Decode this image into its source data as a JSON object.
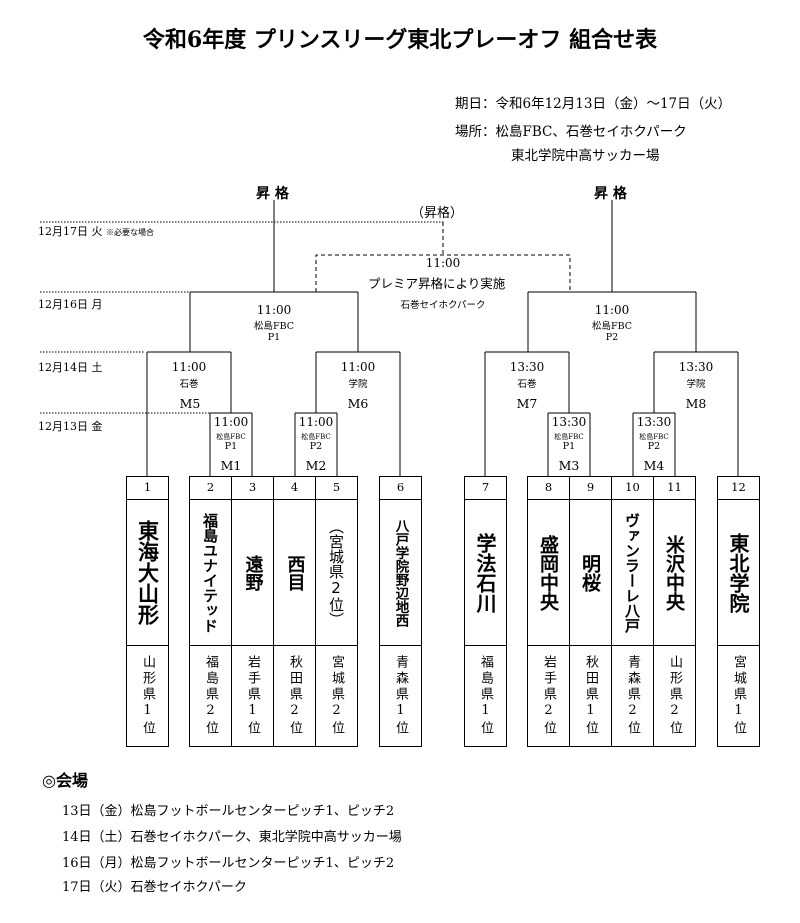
{
  "title": "令和6年度 プリンスリーグ東北プレーオフ 組合せ表",
  "info": {
    "dates": "期日：令和6年12月13日（金）～17日（火）",
    "place1": "場所：松島FBC、石巻セイホクパーク",
    "place2": "東北学院中高サッカー場"
  },
  "dates": {
    "d17": "12月17日 火",
    "d17_note": "※必要な場合",
    "d16": "12月16日 月",
    "d14": "12月14日 土",
    "d13": "12月13日 金"
  },
  "promotion": {
    "left": "昇 格",
    "right": "昇 格",
    "center": "（昇格）",
    "premier_time": "11:00",
    "premier_text": "プレミア昇格により実施",
    "premier_venue": "石巻セイホクパーク"
  },
  "matches": {
    "p1": {
      "time": "11:00",
      "venue": "松島FBC",
      "code": "P1"
    },
    "p2": {
      "time": "11:00",
      "venue": "松島FBC",
      "code": "P2"
    },
    "m5": {
      "time": "11:00",
      "venue": "石巻",
      "code": "M5"
    },
    "m6": {
      "time": "11:00",
      "venue": "学院",
      "code": "M6"
    },
    "m7": {
      "time": "13:30",
      "venue": "石巻",
      "code": "M7"
    },
    "m8": {
      "time": "13:30",
      "venue": "学院",
      "code": "M8"
    },
    "m1": {
      "time": "11:00",
      "venue": "松島FBC",
      "pitch": "P1",
      "code": "M1"
    },
    "m2": {
      "time": "11:00",
      "venue": "松島FBC",
      "pitch": "P2",
      "code": "M2"
    },
    "m3": {
      "time": "13:30",
      "venue": "松島FBC",
      "pitch": "P1",
      "code": "M3"
    },
    "m4": {
      "time": "13:30",
      "venue": "松島FBC",
      "pitch": "P2",
      "code": "M4"
    }
  },
  "teams": [
    {
      "num": "1",
      "name": "東海大山形",
      "pref": "山形県1位"
    },
    {
      "num": "2",
      "name": "福島ユナイテッド",
      "pref": "福島県2位"
    },
    {
      "num": "3",
      "name": "遠野",
      "pref": "岩手県1位"
    },
    {
      "num": "4",
      "name": "西目",
      "pref": "秋田県2位"
    },
    {
      "num": "5",
      "name": "（宮城県2位）",
      "pref": "宮城県2位"
    },
    {
      "num": "6",
      "name": "八戸学院野辺地西",
      "pref": "青森県1位"
    },
    {
      "num": "7",
      "name": "学法石川",
      "pref": "福島県1位"
    },
    {
      "num": "8",
      "name": "盛岡中央",
      "pref": "岩手県2位"
    },
    {
      "num": "9",
      "name": "明桜",
      "pref": "秋田県1位"
    },
    {
      "num": "10",
      "name": "ヴァンラーレ八戸",
      "pref": "青森県2位"
    },
    {
      "num": "11",
      "name": "米沢中央",
      "pref": "山形県2位"
    },
    {
      "num": "12",
      "name": "東北学院",
      "pref": "宮城県1位"
    }
  ],
  "venues": {
    "heading": "◎会場",
    "lines": [
      "13日（金）松島フットボールセンターピッチ1、ピッチ2",
      "14日（土）石巻セイホクパーク、東北学院中高サッカー場",
      "16日（月）松島フットボールセンターピッチ1、ピッチ2",
      "17日（火）石巻セイホクパーク"
    ]
  }
}
